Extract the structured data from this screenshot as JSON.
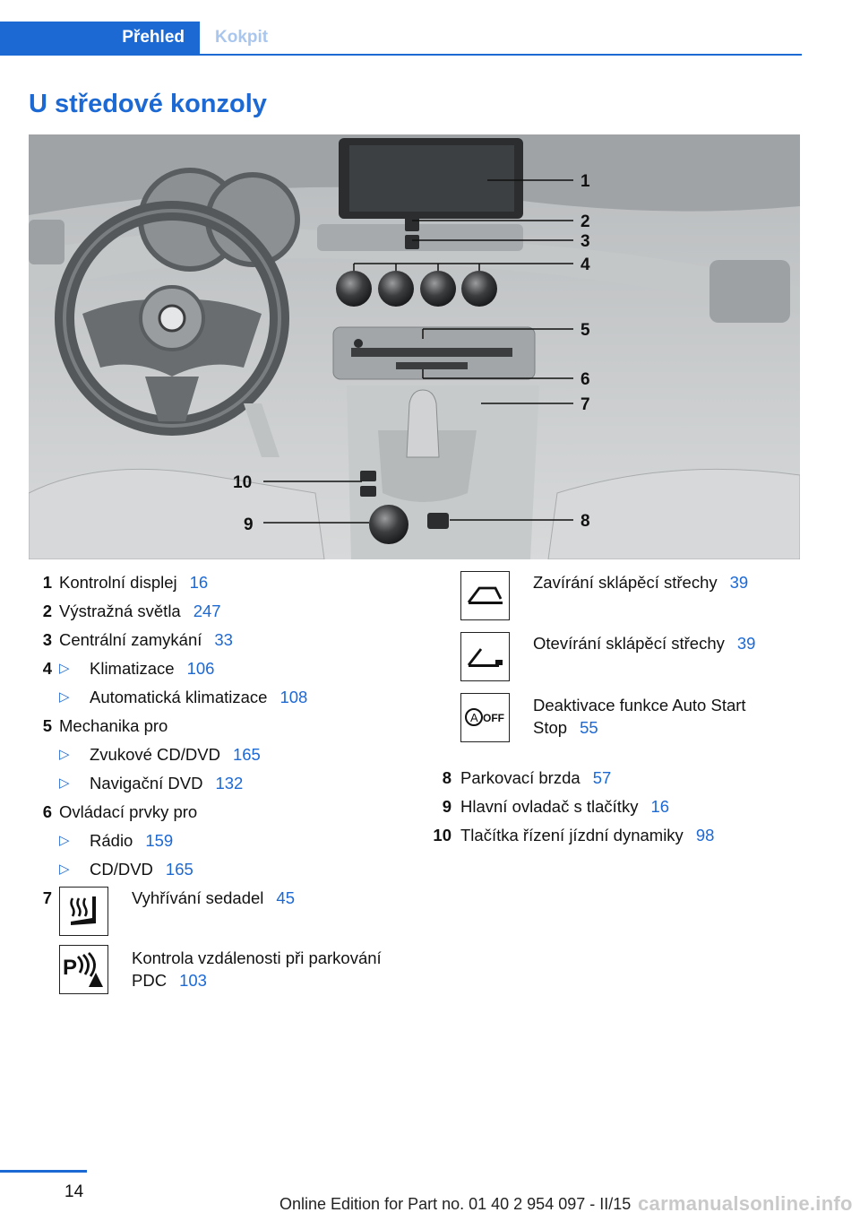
{
  "tabs": [
    {
      "label": "Přehled",
      "active": true
    },
    {
      "label": "Kokpit",
      "active": false
    }
  ],
  "title": "U středové konzoly",
  "figure": {
    "callouts": [
      "1",
      "2",
      "3",
      "4",
      "5",
      "6",
      "7",
      "8",
      "9",
      "10"
    ]
  },
  "left_list": {
    "i1": {
      "num": "1",
      "text": "Kontrolní displej",
      "page": "16"
    },
    "i2": {
      "num": "2",
      "text": "Výstražná světla",
      "page": "247"
    },
    "i3": {
      "num": "3",
      "text": "Centrální zamykání",
      "page": "33"
    },
    "i4": {
      "num": "4",
      "text": "Klimatizace",
      "page": "106"
    },
    "i4b": {
      "text": "Automatická klimatizace",
      "page": "108"
    },
    "i5": {
      "num": "5",
      "text": "Mechanika pro"
    },
    "i5a": {
      "text": "Zvukové CD/DVD",
      "page": "165"
    },
    "i5b": {
      "text": "Navigační DVD",
      "page": "132"
    },
    "i6": {
      "num": "6",
      "text": "Ovládací prvky pro"
    },
    "i6a": {
      "text": "Rádio",
      "page": "159"
    },
    "i6b": {
      "text": "CD/DVD",
      "page": "165"
    },
    "i7": {
      "num": "7",
      "text": "Vyhřívání sedadel",
      "page": "45",
      "icon": "seat-heating-icon"
    },
    "i7b": {
      "text": "Kontrola vzdálenosti při parkování PDC",
      "text1": "Kontrola vzdálenosti při parkování",
      "text2": "PDC",
      "page": "103",
      "icon": "pdc-icon"
    }
  },
  "right_list": {
    "r1": {
      "text": "Zavírání sklápěcí střechy",
      "page": "39",
      "icon": "roof-close-icon"
    },
    "r2": {
      "text": "Otevírání sklápěcí střechy",
      "page": "39",
      "icon": "roof-open-icon"
    },
    "r3": {
      "text": "Deaktivace funkce Auto Start Stop",
      "text1": "Deaktivace funkce Auto Start",
      "text2": "Stop",
      "page": "55",
      "icon": "auto-start-stop-off-icon",
      "icon_label": "OFF"
    },
    "i8": {
      "num": "8",
      "text": "Parkovací brzda",
      "page": "57"
    },
    "i9": {
      "num": "9",
      "text": "Hlavní ovladač s tlačítky",
      "page": "16"
    },
    "i10": {
      "num": "10",
      "text": "Tlačítka řízení jízdní dynamiky",
      "page": "98"
    }
  },
  "footer": {
    "page_number": "14",
    "edition": "Online Edition for Part no. 01 40 2 954 097 - II/15",
    "watermark": "carmanualsonline.info"
  },
  "colors": {
    "accent": "#1c69d4"
  }
}
